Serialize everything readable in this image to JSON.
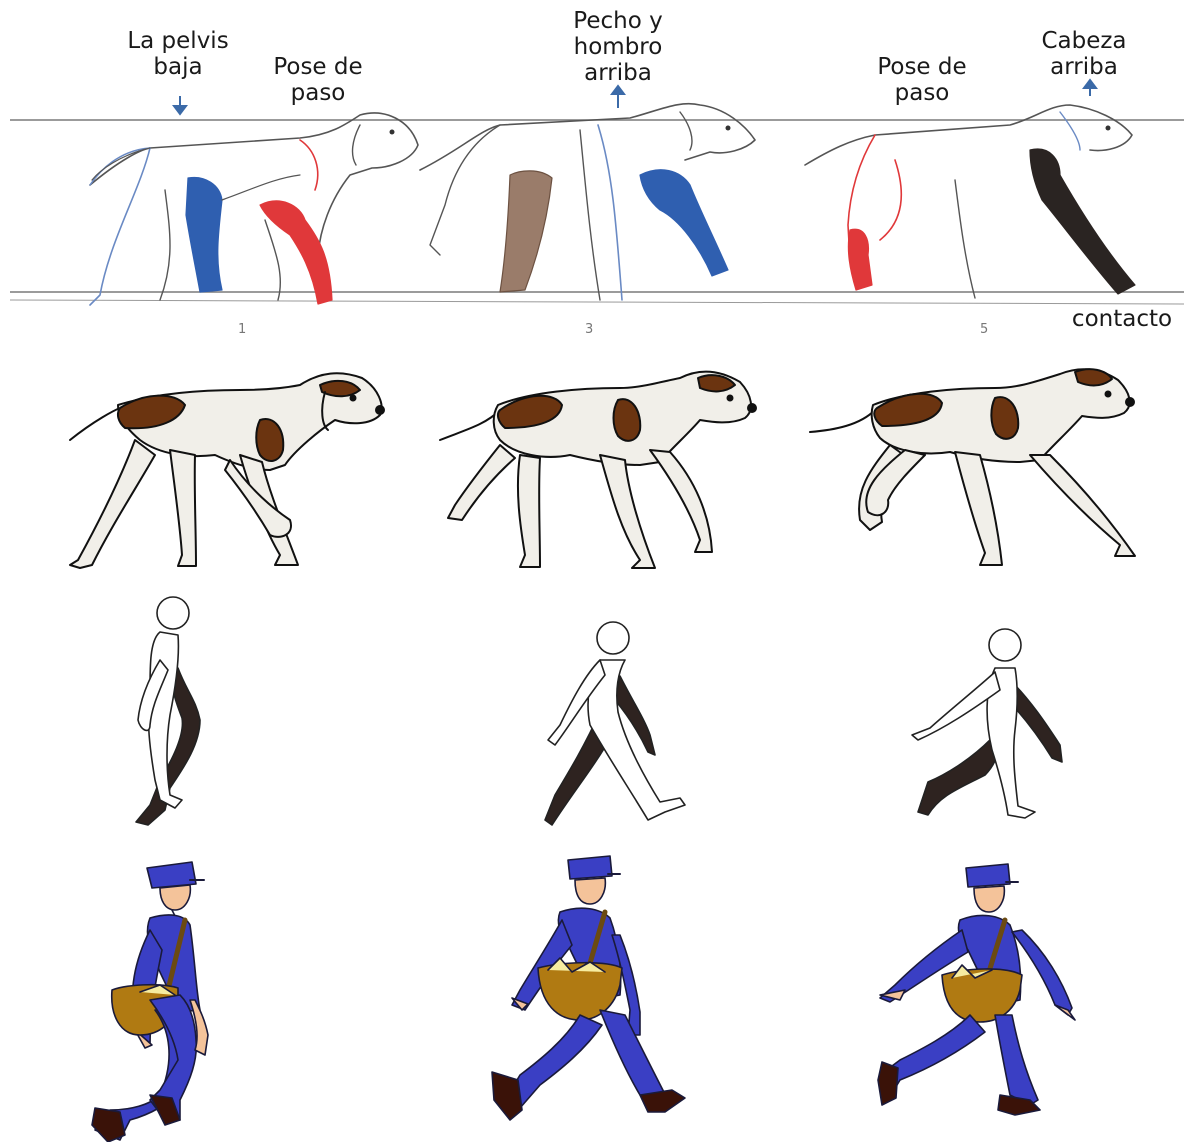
{
  "annotations": {
    "pelvis": "La pelvis\nbaja",
    "pose1": "Pose de\npaso",
    "chest": "Pecho y\nhombro\narriba",
    "pose2": "Pose de\npaso",
    "head": "Cabeza\narriba",
    "contact": "contacto"
  },
  "frame_numbers": [
    "1",
    "3",
    "5"
  ],
  "colors": {
    "blue_leg": "#2f5fb0",
    "red_leg": "#e0383a",
    "dark_leg": "#2a2422",
    "brown_spot": "#6b3410",
    "dog_fill": "#f1efe9",
    "uniform": "#3a3fc4",
    "bag": "#b07a12",
    "skin": "#f4c39a"
  }
}
